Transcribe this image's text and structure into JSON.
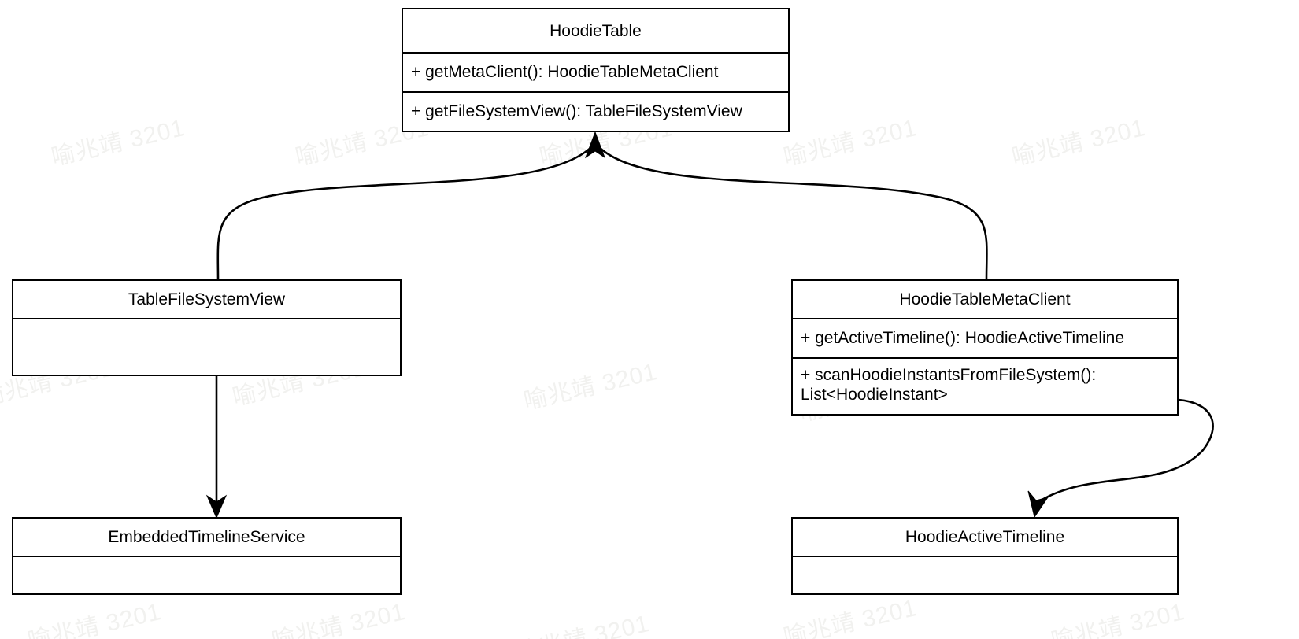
{
  "diagram": {
    "type": "uml-class-diagram",
    "background_color": "#ffffff",
    "line_color": "#000000",
    "text_color": "#000000",
    "watermark_color": "#f1f1ef",
    "watermark_text": "喻兆靖 3201",
    "classes": [
      {
        "id": "hoodie-table",
        "name": "HoodieTable",
        "members": [
          "+ getMetaClient(): HoodieTableMetaClient",
          "+ getFileSystemView(): TableFileSystemView"
        ]
      },
      {
        "id": "table-file-system-view",
        "name": "TableFileSystemView",
        "members": [
          ""
        ]
      },
      {
        "id": "hoodie-table-meta-client",
        "name": "HoodieTableMetaClient",
        "members": [
          "+ getActiveTimeline(): HoodieActiveTimeline",
          "+ scanHoodieInstantsFromFileSystem():",
          "List<HoodieInstant>"
        ]
      },
      {
        "id": "embedded-timeline-service",
        "name": "EmbeddedTimelineService",
        "members": [
          ""
        ]
      },
      {
        "id": "hoodie-active-timeline",
        "name": "HoodieActiveTimeline",
        "members": [
          ""
        ]
      }
    ],
    "relations": [
      {
        "id": "tablefilesystemview-to-hoodietable",
        "from": "TableFileSystemView",
        "to": "HoodieTable",
        "arrow": "filled-triangle-up"
      },
      {
        "id": "hoodietablemetaclient-to-hoodietable",
        "from": "HoodieTableMetaClient",
        "to": "HoodieTable",
        "arrow": "filled-triangle-up"
      },
      {
        "id": "tablefilesystemview-to-embeddedtimelineservice",
        "from": "TableFileSystemView",
        "to": "EmbeddedTimelineService",
        "arrow": "filled-triangle-down"
      },
      {
        "id": "hoodietablemetaclient-to-hoodieactivetimeline",
        "from": "HoodieTableMetaClient",
        "to": "HoodieActiveTimeline",
        "arrow": "filled-triangle-down"
      }
    ]
  }
}
